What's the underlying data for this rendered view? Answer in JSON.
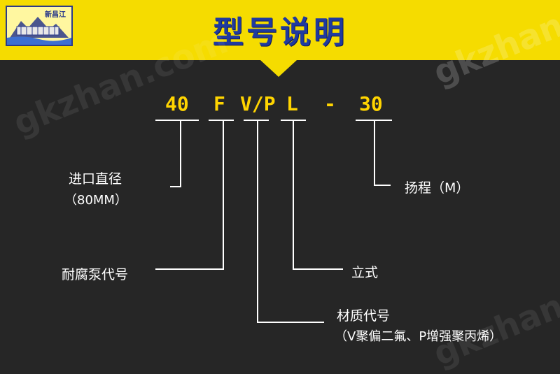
{
  "header": {
    "title": "型号说明",
    "logo_text": "新昌江",
    "brand_color": "#f5dc00",
    "title_color": "#1f3aa0"
  },
  "model_code": {
    "parts": [
      "40",
      "F",
      "V/P",
      "L",
      "-",
      "30"
    ],
    "code_color": "#ffd400"
  },
  "explanations": {
    "inlet": {
      "line1": "进口直径",
      "line2": "（80MM）"
    },
    "pump": {
      "label": "耐腐泵代号"
    },
    "material": {
      "line1": "材质代号",
      "line2": "（V聚偏二氟、P增强聚丙烯）"
    },
    "vertical": {
      "label": "立式"
    },
    "head": {
      "label": "扬程（M）"
    }
  },
  "watermark": {
    "text": "gkzhan.com"
  }
}
